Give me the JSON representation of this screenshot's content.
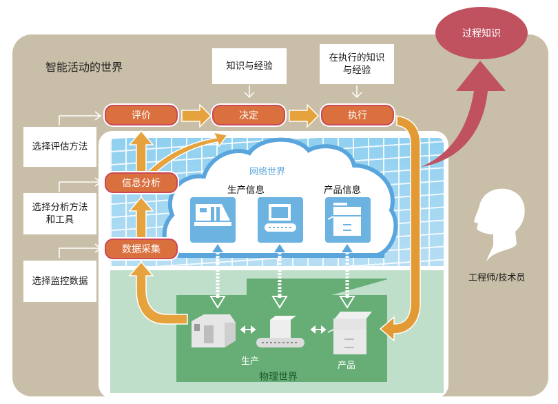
{
  "world": {
    "title": "智能活动的世界"
  },
  "process_knowledge": {
    "label": "过程知识",
    "color": "#c05260"
  },
  "top_notes": [
    {
      "id": "knowledge",
      "label": "知识与经验"
    },
    {
      "id": "exec_knowledge",
      "label": "在执行的知识\n与经验"
    }
  ],
  "process_steps": {
    "evaluate": "评价",
    "decide": "决定",
    "execute": "执行",
    "analyze": "信息分析",
    "collect": "数据采集"
  },
  "left_notes": {
    "evaluate_method": "选择评估方法",
    "analysis_method": "选择分析方法\n和工具",
    "monitor_data": "选择监控数据"
  },
  "cyber_world": {
    "title": "网络世界",
    "production_info": "生产信息",
    "product_info": "产品信息",
    "icons": [
      "machine-tool-icon",
      "conveyor-icon",
      "printer-icon"
    ]
  },
  "physical_world": {
    "title": "物理世界",
    "production": "生产",
    "product": "产品",
    "icons": [
      "machine-tool-icon",
      "conveyor-box-icon",
      "printer-icon"
    ]
  },
  "person": {
    "label": "工程师/技术员",
    "icon": "head-silhouette-icon"
  },
  "colors": {
    "outer_bg": "#c9bfa8",
    "process_fill": "#d9703e",
    "process_border": "#c9485a",
    "flow_arrow": "#e6a23c",
    "cloud_blue": "#5aa6dc",
    "physical_green": "#66ae76"
  }
}
